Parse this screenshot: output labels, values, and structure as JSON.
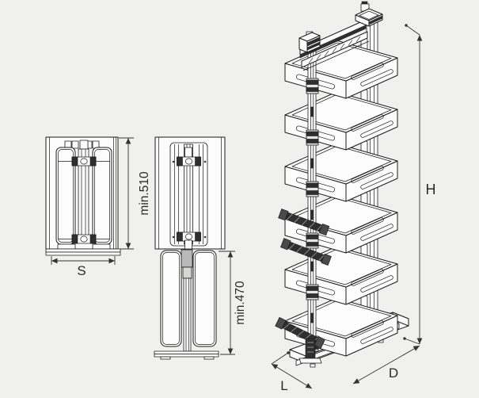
{
  "colors": {
    "background": "#f0f0ee",
    "line": "#1c1c1c",
    "dim_line": "#333333",
    "text": "#2b2b2b",
    "dark": "#2f2f2f",
    "fill": "#fcfcfc"
  },
  "views": {
    "top_view": {
      "width_dim": "S",
      "depth_dim": "min.510"
    },
    "front_view": {
      "height_dim": "min.470"
    },
    "isometric_view": {
      "height_dim": "H",
      "depth_dim": "D",
      "width_dim": "L",
      "basket_count": 6
    }
  }
}
